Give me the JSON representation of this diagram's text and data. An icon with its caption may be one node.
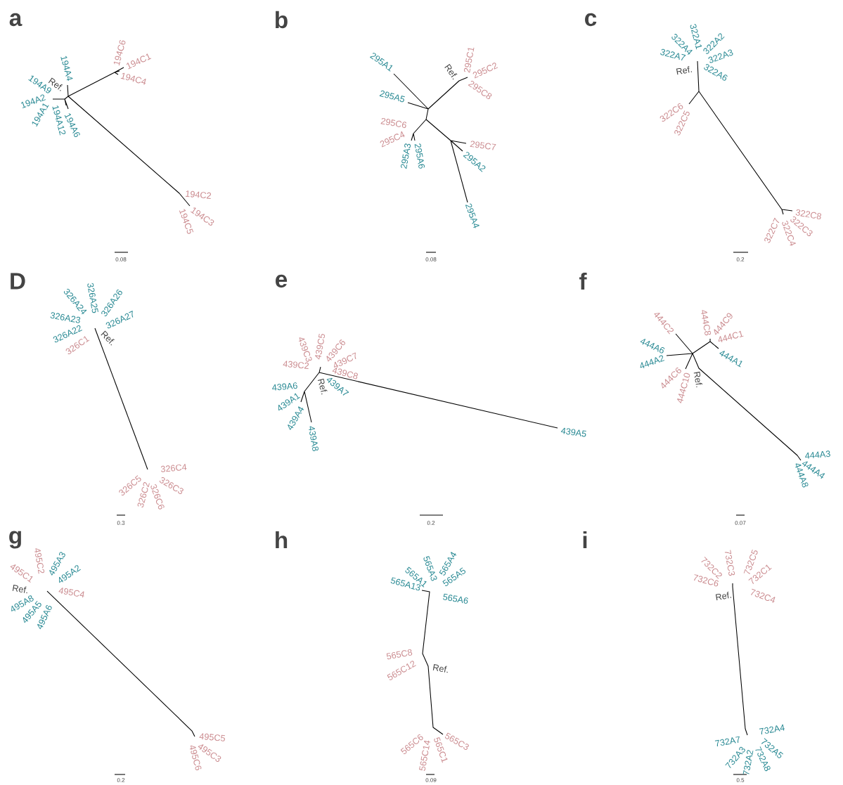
{
  "diagram": {
    "labels": [
      "a",
      "194C6",
      "194C1",
      "194C4",
      "194A4",
      "Ref.",
      "194A9",
      "194A2",
      "194A1",
      "194A12",
      "194A6",
      "194C2",
      "194C3",
      "194C5",
      "0.08",
      "b",
      "295A1",
      "Ref.",
      "295C1",
      "295C2",
      "295C8",
      "295A5",
      "295C6",
      "295C4",
      "295A3",
      "295A6",
      "295C7",
      "295A2",
      "295A4",
      "0.08",
      "c",
      "322A1",
      "322A4",
      "322A7",
      "322A2",
      "322A3",
      "322A6",
      "Ref.",
      "322C6",
      "322C5",
      "322C8",
      "322C7",
      "322C4",
      "322C3",
      "0.2",
      "D",
      "326A24",
      "326A25",
      "326A26",
      "326A23",
      "326A27",
      "326A22",
      "326C1",
      "Ref.",
      "326C4",
      "326C5",
      "326C2",
      "326C6",
      "326C3",
      "0.3",
      "e",
      "439C3",
      "439C5",
      "439C6",
      "439C7",
      "439C2",
      "439C8",
      "439A6",
      "439A1",
      "439A4",
      "439A8",
      "Ref.",
      "439A7",
      "439A5",
      "0.2",
      "f",
      "444C2",
      "444C8",
      "444C9",
      "444C1",
      "444A6",
      "444A2",
      "444A1",
      "444C6",
      "444C10",
      "Ref.",
      "444A3",
      "444A4",
      "444A8",
      "0.07",
      "g",
      "495C2",
      "495C1",
      "495A3",
      "495A2",
      "Ref.",
      "495C4",
      "495A8",
      "495A5",
      "495A6",
      "495C5",
      "495C3",
      "495C6",
      "0.2",
      "h",
      "565A13",
      "565A1",
      "565A3",
      "565A4",
      "565A5",
      "565A6",
      "565C8",
      "565C12",
      "Ref.",
      "565C6",
      "565C14",
      "565C1",
      "565C3",
      "0.09",
      "i",
      "732C2",
      "732C3",
      "732C5",
      "732C1",
      "732C6",
      "Ref.",
      "732C4",
      "732A4",
      "732A7",
      "732A5",
      "732A3",
      "732A2",
      "732A8",
      "0.5"
    ]
  }
}
